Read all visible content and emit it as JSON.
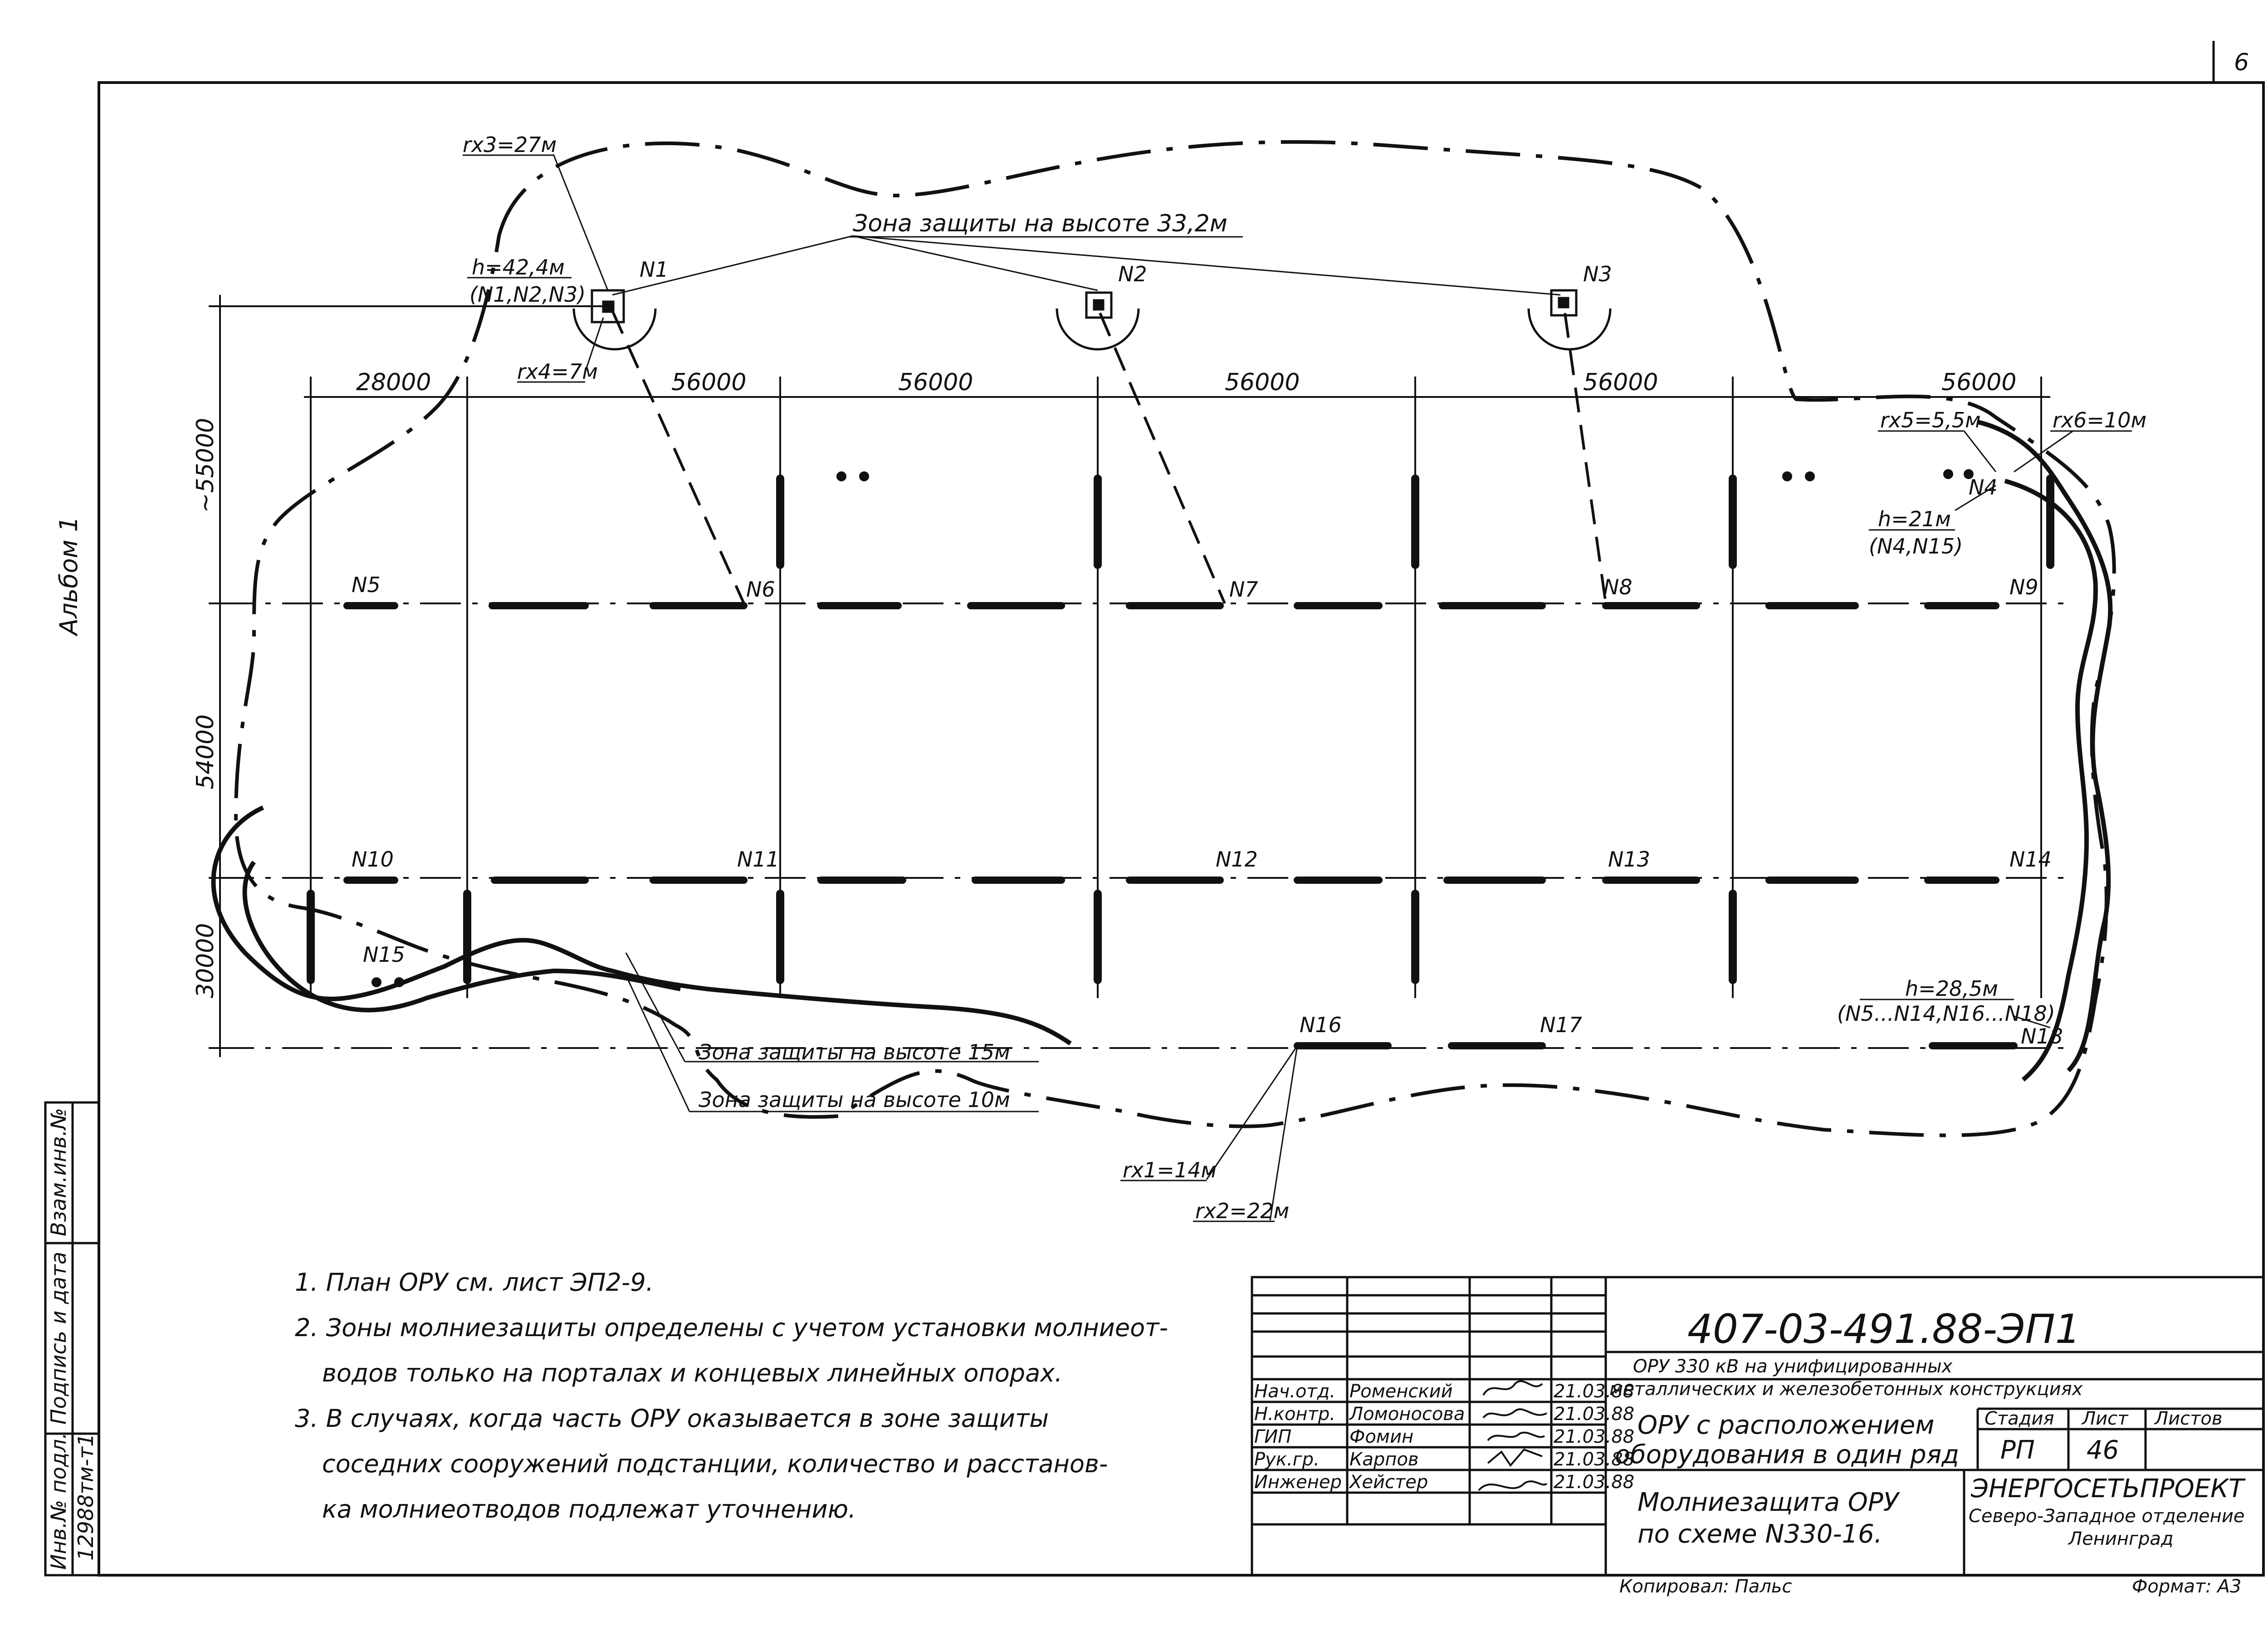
{
  "sheet": {
    "page_number": "6",
    "album": "Альбом 1"
  },
  "plan": {
    "dims_top": [
      "28000",
      "56000",
      "56000",
      "56000",
      "56000",
      "56000"
    ],
    "dims_left": [
      "~55000",
      "54000",
      "30000"
    ],
    "zone_332": "Зона защиты на высоте 33,2м",
    "zone_15": "Зона защиты на высоте 15м",
    "zone_10": "Зона защиты на высоте 10м",
    "h_n1": "h=42,4м",
    "h_n1_list": "(N1,N2,N3)",
    "h_n4": "h=21м",
    "h_n4_list": "(N4,N15)",
    "h_n5": "h=28,5м",
    "h_n5_list": "(N5...N14,N16...N18)",
    "rx3": "rx3=27м",
    "rx4": "rx4=7м",
    "rx5": "rx5=5,5м",
    "rx6": "rx6=10м",
    "rx1": "rx1=14м",
    "rx2": "rx2=22м",
    "nodes": [
      "N1",
      "N2",
      "N3",
      "N4",
      "N5",
      "N6",
      "N7",
      "N8",
      "N9",
      "N10",
      "N11",
      "N12",
      "N13",
      "N14",
      "N15",
      "N16",
      "N17",
      "N18"
    ]
  },
  "notes": [
    "1. План ОРУ см. лист ЭП2-9.",
    "2. Зоны молниезащиты определены с учетом установки молниеот-",
    "водов только на порталах и концевых линейных опорах.",
    "3. В случаях, когда часть ОРУ оказывается в зоне защиты",
    "соседних сооружений подстанции, количество и расстанов-",
    "ка молниеотводов подлежат уточнению."
  ],
  "side_stamp": [
    "Инв.№ подл.",
    "Подпись и дата",
    "Взам.инв.№",
    "12988тм-т1"
  ],
  "titleblock": {
    "code": "407-03-491.88-ЭП1",
    "project_l1": "ОРУ 330 кВ на унифицированных",
    "project_l2": "металлических и железобетонных конструкциях",
    "title_l1": "ОРУ с расположением",
    "title_l2": "оборудования в один ряд",
    "sheet_title_l1": "Молниезащита ОРУ",
    "sheet_title_l2": "по схеме N330-16.",
    "stage_hdr": "Стадия",
    "sheet_hdr": "Лист",
    "sheets_hdr": "Листов",
    "stage": "РП",
    "sheet_no": "46",
    "org_l1": "ЭНЕРГОСЕТЬПРОЕКТ",
    "org_l2": "Северо-Западное отделение",
    "org_l3": "Ленинград",
    "roles": [
      {
        "role": "Нач.отд.",
        "name": "Роменский",
        "date": "21.03.88"
      },
      {
        "role": "Н.контр.",
        "name": "Ломоносова",
        "date": "21.03.88"
      },
      {
        "role": "ГИП",
        "name": "Фомин",
        "date": "21.03.88"
      },
      {
        "role": "Рук.гр.",
        "name": "Карпов",
        "date": "21.03.88"
      },
      {
        "role": "Инженер",
        "name": "Хейстер",
        "date": "21.03.88"
      }
    ],
    "copied": "Копировал: Пальс",
    "format": "Формат: А3"
  }
}
